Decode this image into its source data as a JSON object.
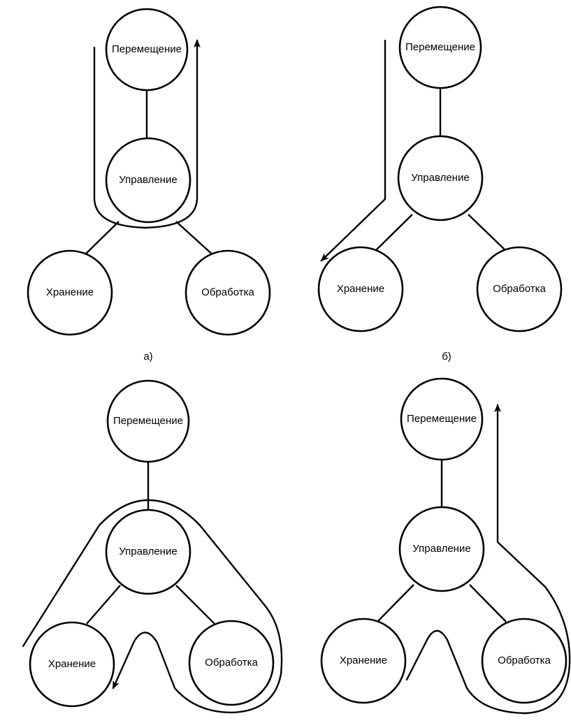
{
  "nodes": {
    "move": "Перемещение",
    "control": "Управление",
    "store": "Хранение",
    "process": "Обработка"
  },
  "panels": [
    {
      "id": "a",
      "caption": "а)"
    },
    {
      "id": "b",
      "caption": "б)"
    },
    {
      "id": "c",
      "caption": ""
    },
    {
      "id": "d",
      "caption": ""
    }
  ],
  "colors": {
    "stroke": "#000000",
    "background": "#ffffff"
  }
}
